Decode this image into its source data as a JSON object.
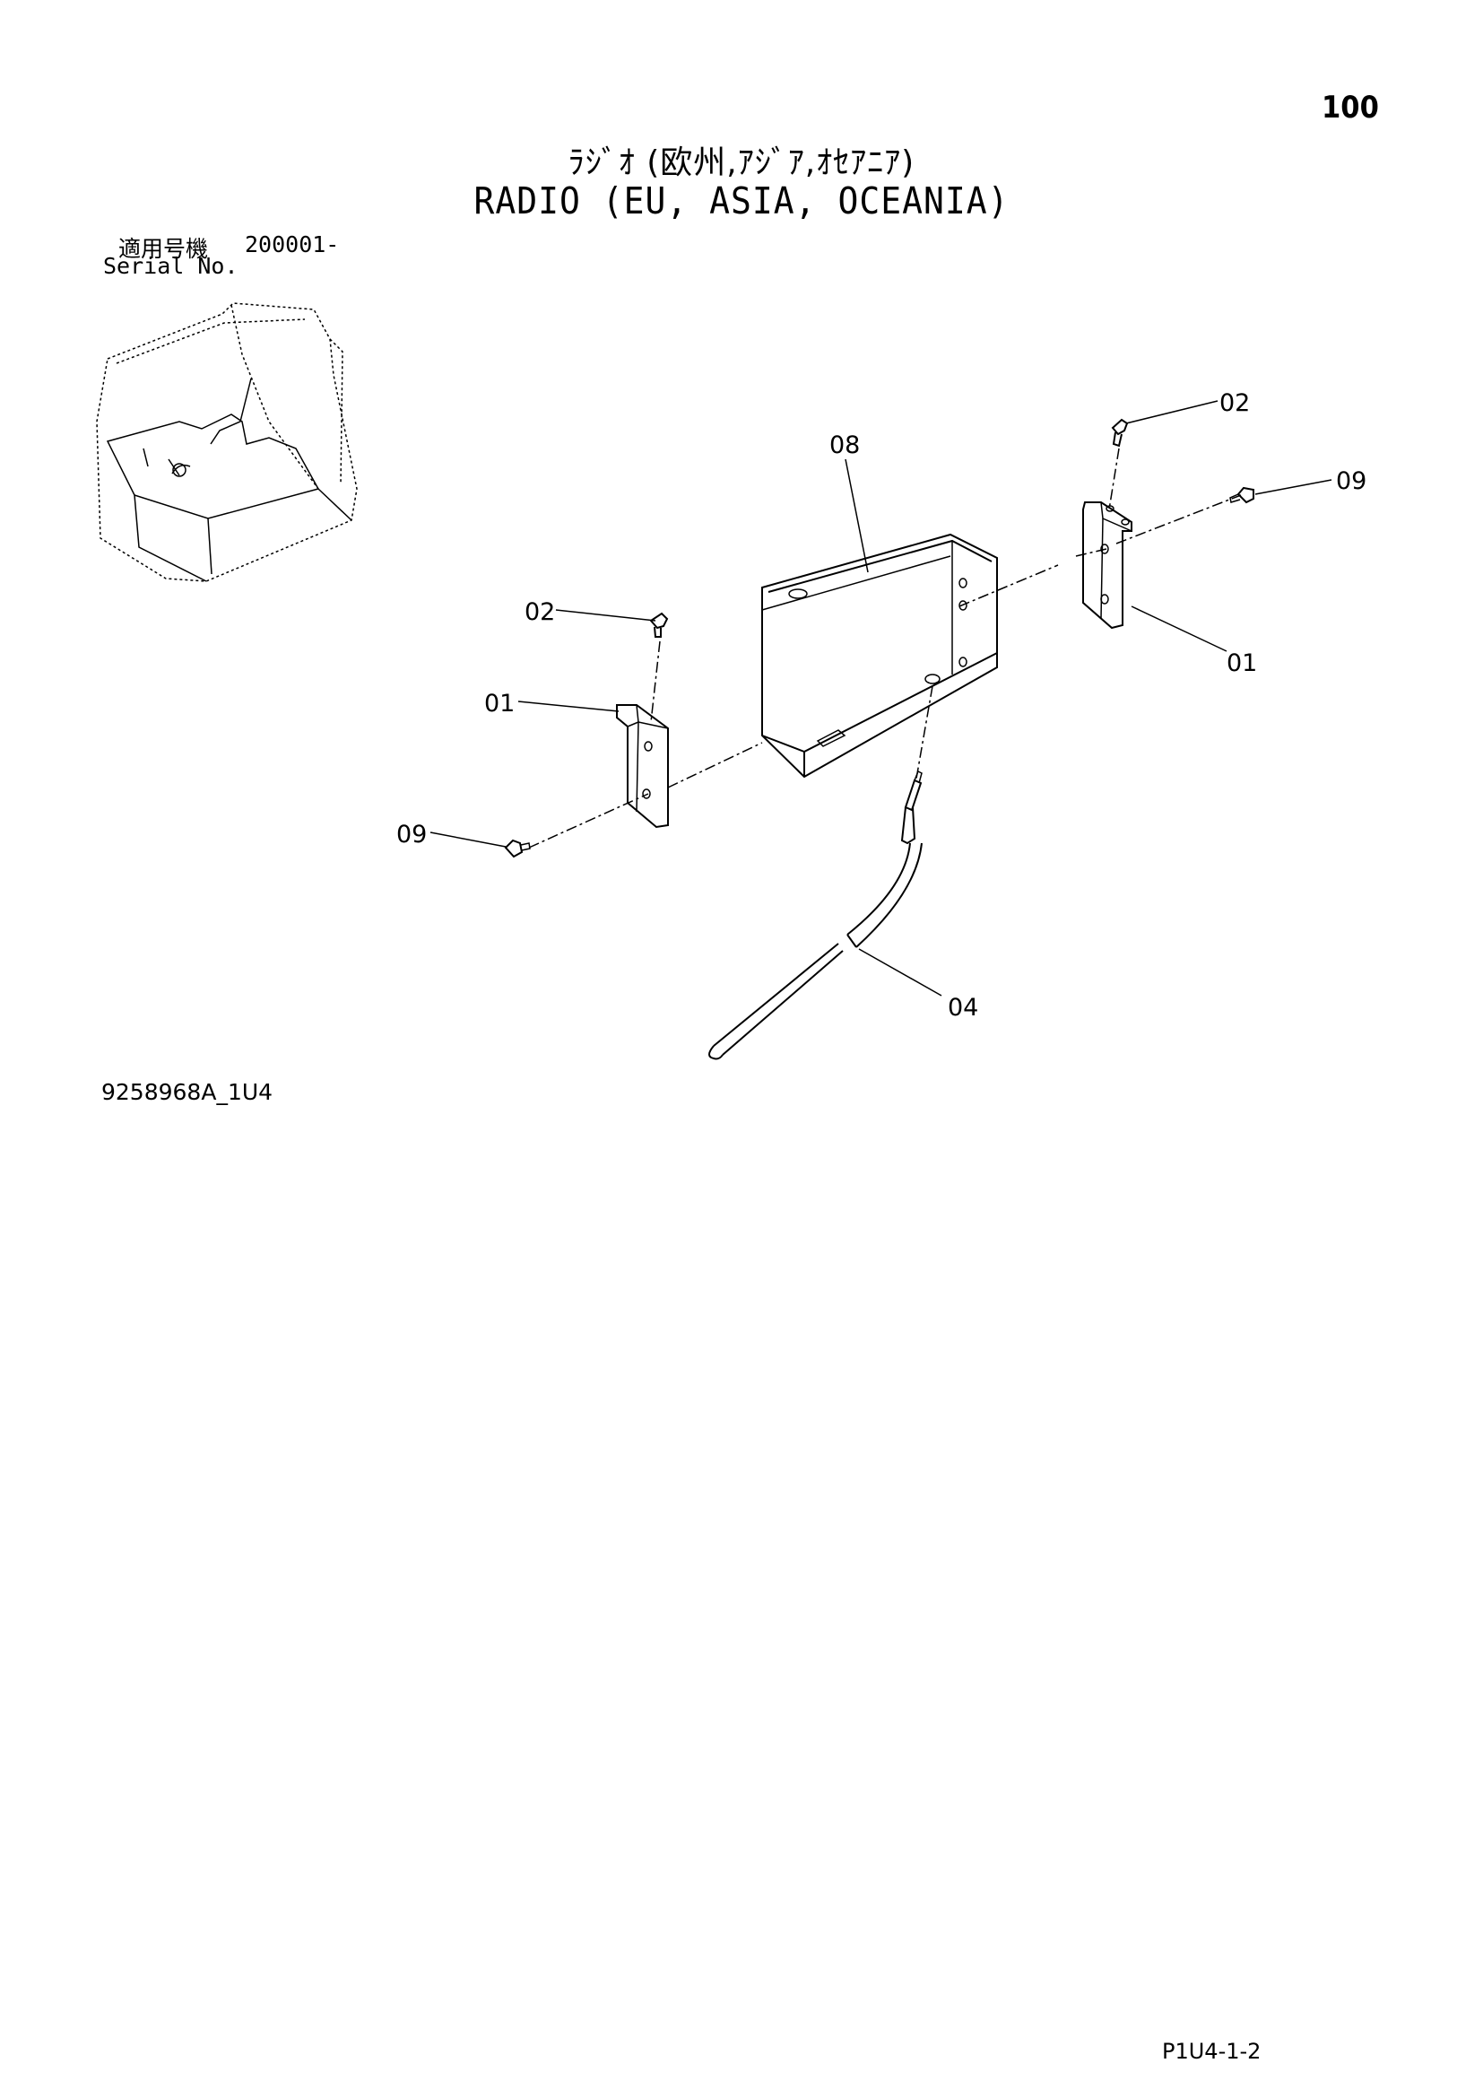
{
  "page": {
    "number": "100",
    "title_jp": "ﾗｼﾞｵ (欧州,ｱｼﾞｱ,ｵｾｱﾆｱ)",
    "title_en": "RADIO (EU, ASIA, OCEANIA)",
    "serial_label_jp": "適用号機",
    "serial_value": "200001-",
    "serial_label_en": "Serial No.",
    "drawing_id": "9258968A_1U4",
    "page_code": "P1U4-1-2"
  },
  "callouts": {
    "c02_top": "02",
    "c09_right": "09",
    "c08": "08",
    "c01_right": "01",
    "c02_left": "02",
    "c01_left": "01",
    "c09_left": "09",
    "c04": "04"
  }
}
